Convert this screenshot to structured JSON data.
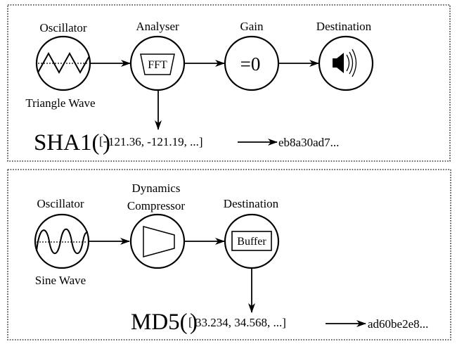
{
  "panels": [
    {
      "id": "top",
      "nodes": [
        {
          "title": "Oscillator",
          "caption": "Triangle Wave",
          "symbol": "triangle-wave"
        },
        {
          "title": "Analyser",
          "inner_text": "FFT",
          "symbol": "fft-trapezoid"
        },
        {
          "title": "Gain",
          "inner_text": "=0",
          "symbol": "gain"
        },
        {
          "title": "Destination",
          "symbol": "speaker"
        }
      ],
      "hash_function": "SHA1(",
      "hash_function_close": ")",
      "hash_input_open": "[-",
      "hash_input_values": "121.36, -121.19, ...]",
      "hash_output": "eb8a30ad7..."
    },
    {
      "id": "bottom",
      "nodes": [
        {
          "title": "Oscillator",
          "caption": "Sine Wave",
          "symbol": "sine-wave"
        },
        {
          "title_line1": "Dynamics",
          "title_line2": "Compressor",
          "symbol": "compressor-trapezoid"
        },
        {
          "title": "Destination",
          "inner_text": "Buffer",
          "symbol": "buffer-box"
        }
      ],
      "hash_function": "MD5(",
      "hash_function_close": ")",
      "hash_input_open": "[",
      "hash_input_values": "33.234, 34.568, ...]",
      "hash_output": "ad60be2e8..."
    }
  ]
}
